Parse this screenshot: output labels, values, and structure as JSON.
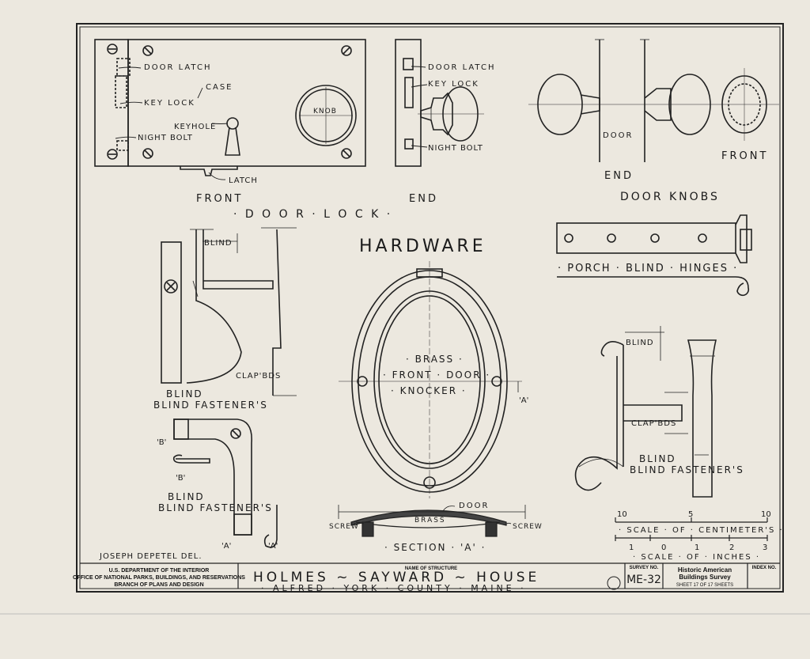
{
  "sheet_title": "HARDWARE",
  "door_lock": {
    "title": "· D O O R · L O C K ·",
    "front_label": "FRONT",
    "end_label": "END",
    "callouts": {
      "door_latch": "DOOR LATCH",
      "case": "CASE",
      "key_lock": "KEY LOCK",
      "keyhole": "KEYHOLE",
      "night_bolt": "NIGHT BOLT",
      "latch": "LATCH",
      "knob": "KNOB",
      "end_door_latch": "DOOR LATCH",
      "end_key_lock": "KEY LOCK",
      "end_night_bolt": "NIGHT BOLT"
    }
  },
  "door_knobs": {
    "title": "DOOR KNOBS",
    "end_label": "END",
    "front_label": "FRONT",
    "door_dim": "DOOR"
  },
  "porch_hinges": {
    "title": "· PORCH · BLIND · HINGES ·"
  },
  "blind_fastener_1": {
    "title": "BLIND FASTENER'S",
    "blind_dim": "BLIND",
    "clapbds_dim": "CLAP'BDS"
  },
  "blind_fastener_2": {
    "title": "BLIND FASTENER'S",
    "mark_b": "'B'",
    "mark_a": "'A'"
  },
  "blind_fastener_3": {
    "title": "BLIND FASTENER'S",
    "blind_dim": "BLIND",
    "clapbds_dim": "CLAP'BDS"
  },
  "knocker": {
    "line1": "· BRASS ·",
    "line2": "· FRONT · DOOR ·",
    "line3": "· KNOCKER ·",
    "section_mark": "'A'",
    "section_title": "· SECTION · 'A' ·",
    "section_door": "DOOR",
    "section_brass": "BRASS",
    "screw_left": "SCREW",
    "screw_right": "SCREW"
  },
  "scales": {
    "cm_title": "· SCALE · OF · CENTIMETER'S ·",
    "cm_ticks": [
      "10",
      "5",
      "10"
    ],
    "in_title": "· SCALE · OF · INCHES ·",
    "in_ticks": [
      "1",
      "0",
      "1",
      "2",
      "3"
    ]
  },
  "delineator": "JOSEPH DEPETEL   DEL.",
  "title_block": {
    "agency_line1": "U.S. DEPARTMENT OF THE INTERIOR",
    "agency_line2": "OFFICE OF NATIONAL PARKS, BUILDINGS, AND RESERVATIONS",
    "agency_line3": "BRANCH OF PLANS AND DESIGN",
    "structure_caption": "NAME OF STRUCTURE",
    "structure_name": "HOLMES ~ SAYWARD ~ HOUSE",
    "location": "· ALFRED · YORK · COUNTY · MAINE ·",
    "survey_caption": "SURVEY NO.",
    "survey_no": "ME-32",
    "habs_line1": "Historic American",
    "habs_line2": "Buildings Survey",
    "sheet_info": "SHEET 17 OF 17 SHEETS",
    "index_caption": "INDEX NO."
  }
}
